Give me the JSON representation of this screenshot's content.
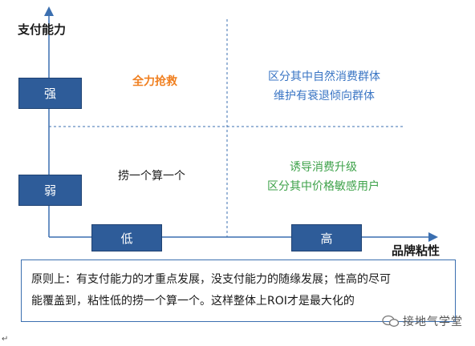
{
  "axes": {
    "y_title": "支付能力",
    "x_title": "品牌粘性",
    "y_levels": [
      "强",
      "弱"
    ],
    "x_levels": [
      "低",
      "高"
    ]
  },
  "quadrants": {
    "top_left": {
      "lines": [
        "全力抢救"
      ],
      "color": "#f07f1f"
    },
    "top_right": {
      "lines": [
        "区分其中自然消费群体",
        "维护有衰退倾向群体"
      ],
      "color": "#3a75c4"
    },
    "bottom_left": {
      "lines": [
        "捞一个算一个"
      ],
      "color": "#1a1a1a"
    },
    "bottom_right": {
      "lines": [
        "诱导消费升级",
        "区分其中价格敏感用户"
      ],
      "color": "#3ea24a"
    }
  },
  "note": {
    "line1": "原则上：有支付能力的才重点发展，没支付能力的随缘发展；性高的尽可",
    "line2": "能覆盖到，粘性低的捞一个算一个。这样整体上ROI才是最大化的"
  },
  "watermark": "接地气学堂",
  "paragraph_mark": "↵",
  "colors": {
    "accent_box": "#2e5c99",
    "axis": "#3b6fb0"
  }
}
